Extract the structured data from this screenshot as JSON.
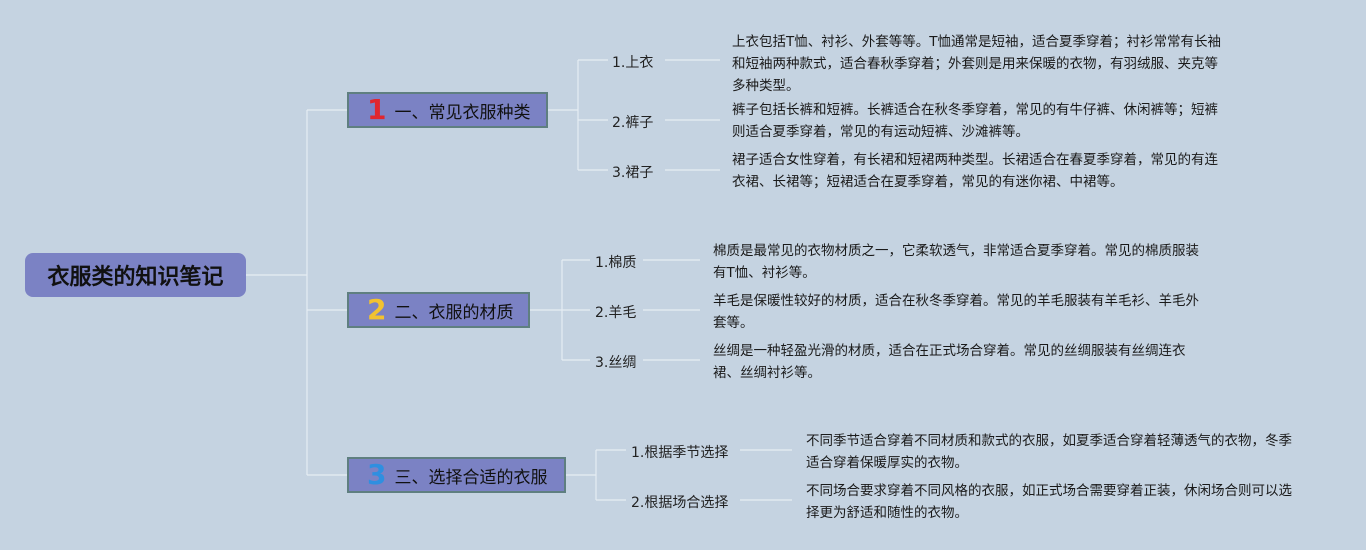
{
  "root": {
    "title": "衣服类的知识笔记"
  },
  "branches": [
    {
      "number": "1",
      "number_color": "#e0262e",
      "title": "一、常见衣服种类",
      "children": [
        {
          "label": "1.上衣",
          "text": "上衣包括T恤、衬衫、外套等等。T恤通常是短袖，适合夏季穿着；衬衫常常有长袖和短袖两种款式，适合春秋季穿着；外套则是用来保暖的衣物，有羽绒服、夹克等多种类型。"
        },
        {
          "label": "2.裤子",
          "text": "裤子包括长裤和短裤。长裤适合在秋冬季穿着，常见的有牛仔裤、休闲裤等；短裤则适合夏季穿着，常见的有运动短裤、沙滩裤等。"
        },
        {
          "label": "3.裙子",
          "text": "裙子适合女性穿着，有长裙和短裙两种类型。长裙适合在春夏季穿着，常见的有连衣裙、长裙等；短裙适合在夏季穿着，常见的有迷你裙、中裙等。"
        }
      ]
    },
    {
      "number": "2",
      "number_color": "#f2c230",
      "title": "二、衣服的材质",
      "children": [
        {
          "label": "1.棉质",
          "text": "棉质是最常见的衣物材质之一，它柔软透气，非常适合夏季穿着。常见的棉质服装有T恤、衬衫等。"
        },
        {
          "label": "2.羊毛",
          "text": "羊毛是保暖性较好的材质，适合在秋冬季穿着。常见的羊毛服装有羊毛衫、羊毛外套等。"
        },
        {
          "label": "3.丝绸",
          "text": "丝绸是一种轻盈光滑的材质，适合在正式场合穿着。常见的丝绸服装有丝绸连衣裙、丝绸衬衫等。"
        }
      ]
    },
    {
      "number": "3",
      "number_color": "#2f8fe0",
      "title": "三、选择合适的衣服",
      "children": [
        {
          "label": "1.根据季节选择",
          "text": "不同季节适合穿着不同材质和款式的衣服，如夏季适合穿着轻薄透气的衣物，冬季适合穿着保暖厚实的衣物。"
        },
        {
          "label": "2.根据场合选择",
          "text": "不同场合要求穿着不同风格的衣服，如正式场合需要穿着正装，休闲场合则可以选择更为舒适和随性的衣物。"
        }
      ]
    }
  ]
}
